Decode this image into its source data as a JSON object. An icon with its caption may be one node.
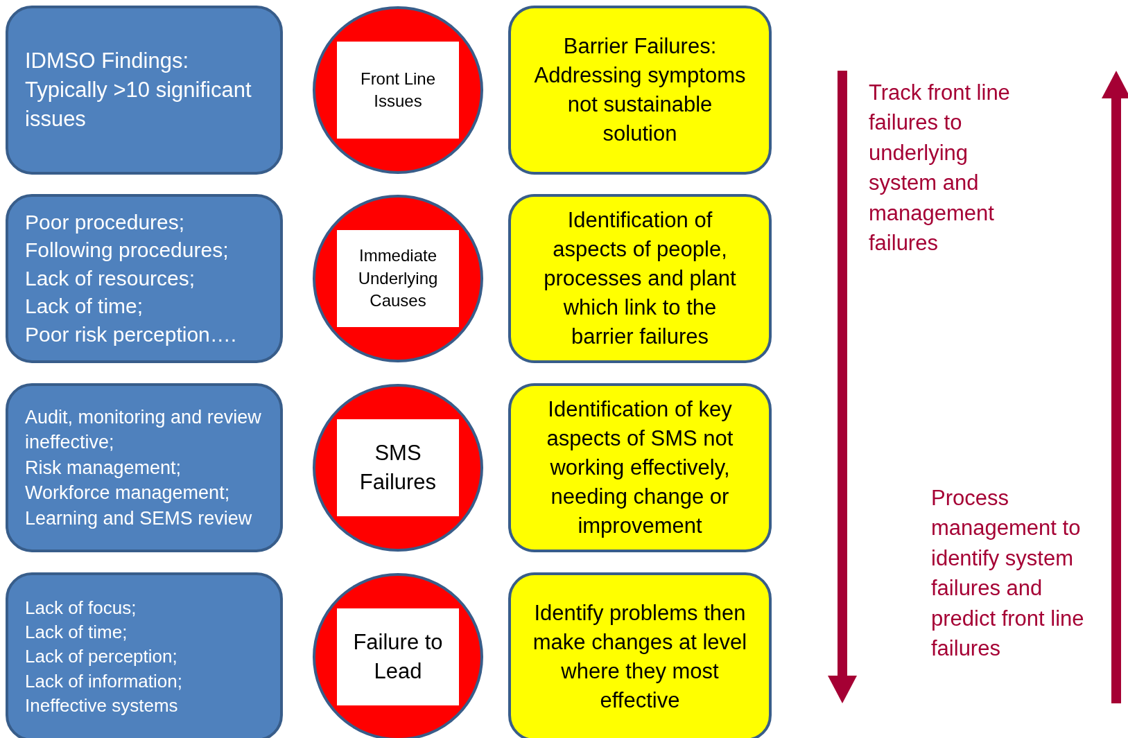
{
  "diagram": {
    "nodes": [
      {
        "text": [
          "IDMSO Findings: Typically >10 significant issues"
        ]
      },
      {
        "text": [
          "Front Line Issues"
        ]
      },
      {
        "text": [
          "Barrier Failures: Addressing symptoms not sustainable solution"
        ]
      },
      {
        "text": [
          "Poor procedures;",
          "Following procedures;",
          "Lack of resources;",
          "Lack of time;",
          "Poor risk perception…."
        ]
      },
      {
        "text": [
          "Immediate Underlying Causes"
        ]
      },
      {
        "text": [
          "Identification of aspects of people, processes and plant which link to the barrier failures"
        ]
      },
      {
        "text": [
          "Audit, monitoring and review ineffective;",
          "Risk management;",
          "Workforce management;",
          "Learning and SEMS review"
        ]
      },
      {
        "text": [
          "SMS Failures"
        ]
      },
      {
        "text": [
          "Identification of key aspects of SMS not working effectively, needing change or improvement"
        ]
      },
      {
        "text": [
          "Lack of focus;",
          "Lack of time;",
          "Lack of perception;",
          "Lack of information;",
          "Ineffective systems"
        ]
      },
      {
        "text": [
          "Failure to Lead"
        ]
      },
      {
        "text": [
          "Identify problems then make changes at level where they most effective"
        ]
      }
    ],
    "edges": [],
    "labels": [
      "Track front line failures to underlying system and management failures",
      "Process management to identify system failures and predict front line failures"
    ]
  }
}
